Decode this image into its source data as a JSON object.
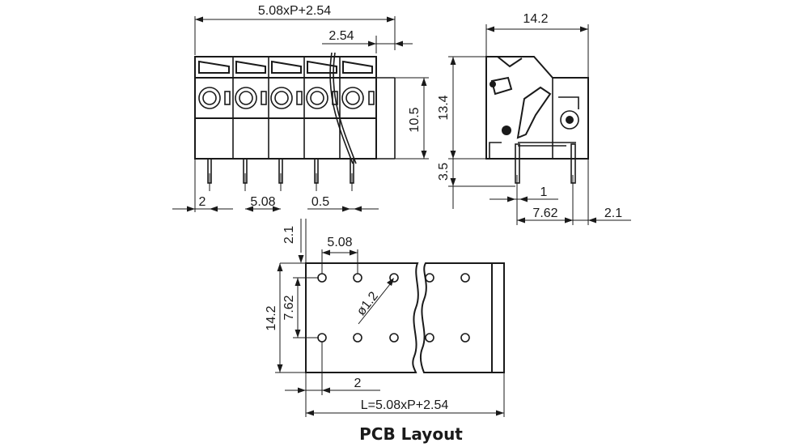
{
  "front_view": {
    "dim_total_width": "5.08xP+2.54",
    "dim_offset": "2.54",
    "dim_height": "10.5",
    "dim_bottom_edge": "2",
    "dim_pitch": "5.08",
    "dim_pin": "0.5"
  },
  "side_view": {
    "dim_width": "14.2",
    "dim_height": "13.4",
    "dim_pin_length": "3.5",
    "dim_pin_offset": "1",
    "dim_pin_spacing": "7.62",
    "dim_right_offset": "2.1"
  },
  "pcb_layout": {
    "title": "PCB Layout",
    "dim_top_offset": "2.1",
    "dim_pitch": "5.08",
    "dim_hole": "ø1.2",
    "dim_row_spacing": "7.62",
    "dim_height": "14.2",
    "dim_left_offset": "2",
    "dim_length": "L=5.08xP+2.54"
  }
}
